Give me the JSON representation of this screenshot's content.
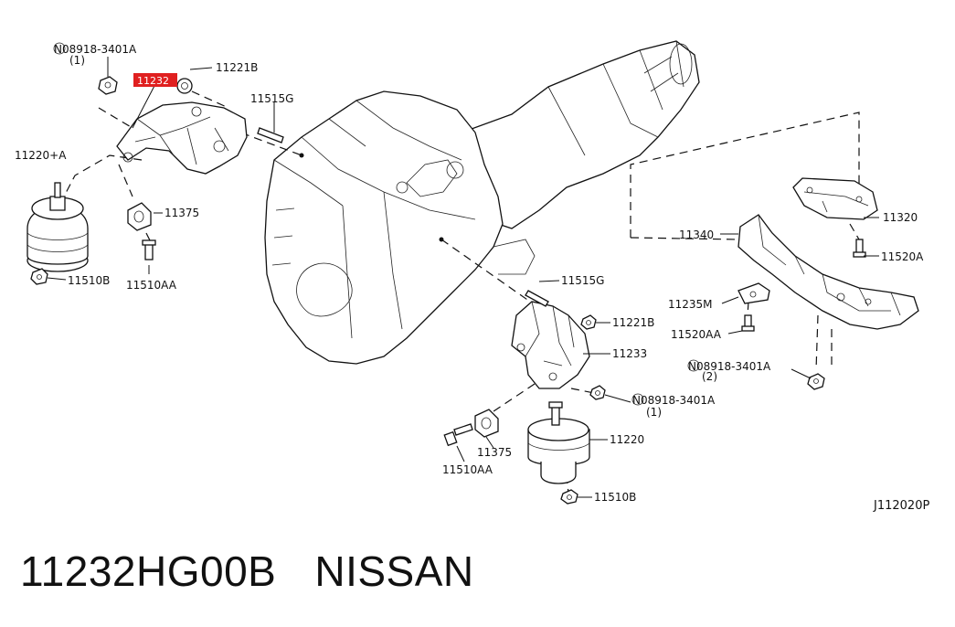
{
  "diagram": {
    "highlight_label": "11232",
    "highlight_color": "#e02020",
    "labels": {
      "nut_tl": "N08918-3401A",
      "nut_tl_qty": "(1)",
      "p11221B_top": "11221B",
      "p11515G_top": "11515G",
      "p11220A": "11220+A",
      "p11375_left": "11375",
      "p11510B_left": "11510B",
      "p11510AA_left": "11510AA",
      "p11320": "11320",
      "p11340": "11340",
      "p11520A_right": "11520A",
      "p11235M": "11235M",
      "p11520AA": "11520AA",
      "nut_right": "N08918-3401A",
      "nut_right_qty": "(2)",
      "p11515G_mid": "11515G",
      "p11221B_mid": "11221B",
      "p11233": "11233",
      "nut_mid": "N08918-3401A",
      "nut_mid_qty": "(1)",
      "p11220": "11220",
      "p11375_bottom": "11375",
      "p11510AA_bottom": "11510AA",
      "p11510B_bottom": "11510B",
      "diagram_code": "J112020P"
    }
  },
  "caption": {
    "part_number": "11232HG00B",
    "brand": "NISSAN"
  }
}
